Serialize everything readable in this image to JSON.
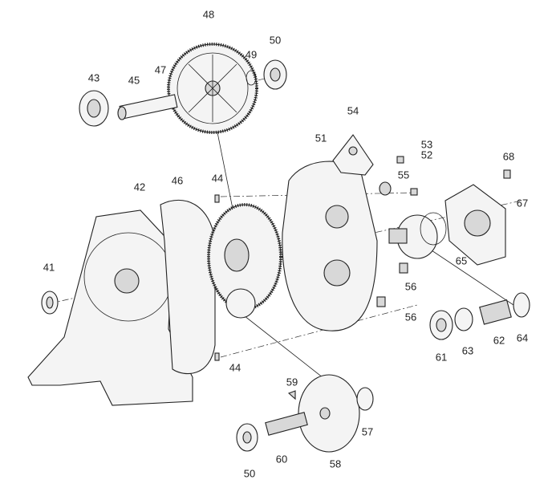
{
  "diagram": {
    "title": "Gearbox exploded view",
    "labels": [
      "48",
      "49",
      "50",
      "43",
      "45",
      "47",
      "54",
      "53",
      "52",
      "51",
      "68",
      "55",
      "44",
      "46",
      "42",
      "67",
      "41",
      "65",
      "56",
      "56",
      "61",
      "63",
      "62",
      "64",
      "44",
      "59",
      "57",
      "58",
      "60",
      "50"
    ]
  }
}
